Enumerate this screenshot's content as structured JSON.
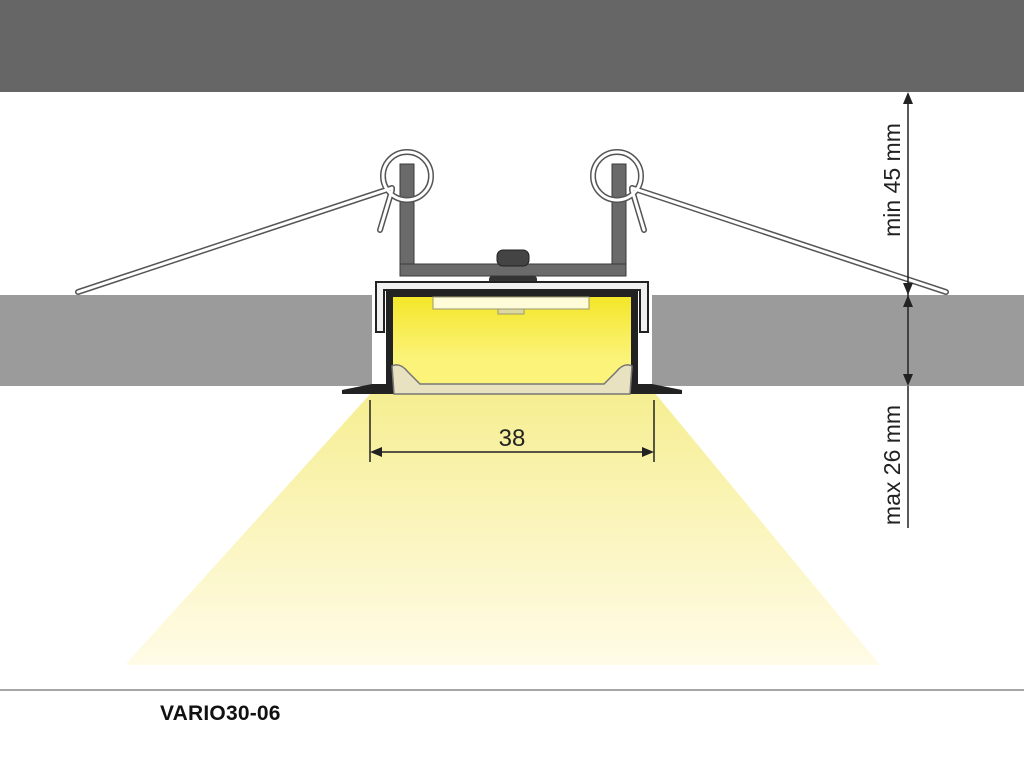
{
  "drawing": {
    "dimension_width": "38",
    "dimension_min_depth": "min 45 mm",
    "dimension_max_thickness": "max 26 mm",
    "model_name": "VARIO30-06"
  },
  "colors": {
    "ceiling_slab": "#666666",
    "board": "#9b9b9b",
    "led_fill": "#f7ed3c",
    "light_beam": "#f7f0a0",
    "profile": "#222222",
    "bracket": "#6a6a6a"
  }
}
